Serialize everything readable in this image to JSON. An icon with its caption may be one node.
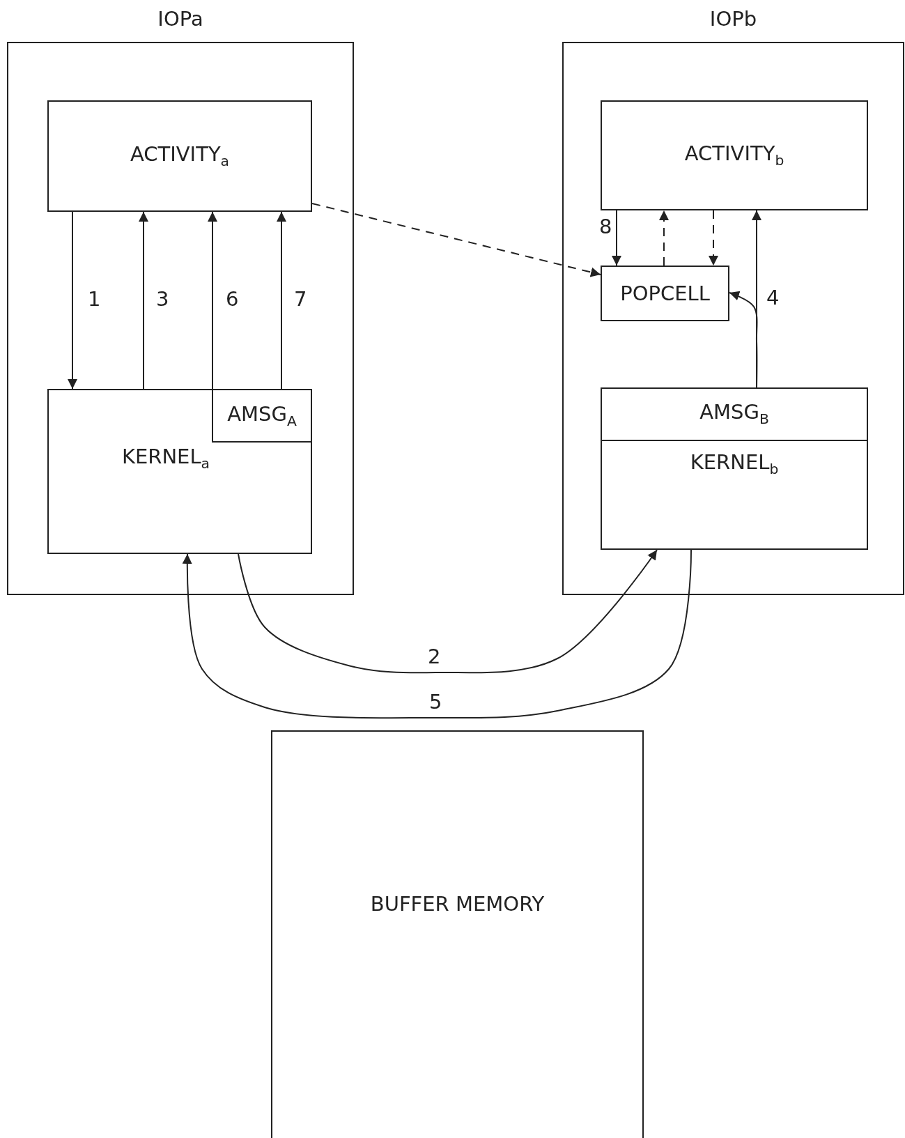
{
  "diagram": {
    "nodes": [
      {
        "text": [
          "IOPa"
        ]
      },
      {
        "text": [
          "ACTIVITY$_{a}$"
        ],
        "in": 0
      },
      {
        "text": [
          "KERNEL$_{a}$"
        ],
        "in": 0
      },
      {
        "text": [
          "AMSG$_{A}$"
        ],
        "in": 2
      },
      {
        "text": [
          "IOPb"
        ]
      },
      {
        "text": [
          "ACTIVITY$_{b}$"
        ],
        "in": 4
      },
      {
        "text": [
          "POPCELL"
        ],
        "in": 4
      },
      {
        "text": [
          "KERNEL$_{b}$"
        ],
        "in": 4
      },
      {
        "text": [
          "AMSG$_{B}$"
        ],
        "in": 7
      },
      {
        "text": [
          "BUFFER MEMORY"
        ]
      }
    ],
    "edges": [
      {
        "from": 1,
        "to": 2,
        "arrow": "to",
        "label": "1"
      },
      {
        "from": 2,
        "to": 1,
        "arrow": "to",
        "label": "3"
      },
      {
        "from": 3,
        "to": 1,
        "arrow": "to",
        "label": "6"
      },
      {
        "from": 3,
        "to": 1,
        "arrow": "to",
        "label": "7"
      },
      {
        "from": 1,
        "to": 6,
        "arrow": "to",
        "style": "dashed"
      },
      {
        "from": 5,
        "to": 6,
        "arrow": "to",
        "label": "8"
      },
      {
        "from": 6,
        "to": 5,
        "arrow": "to",
        "style": "dashed"
      },
      {
        "from": 5,
        "to": 6,
        "arrow": "to",
        "style": "dashed"
      },
      {
        "from": 8,
        "to": 5,
        "arrow": "to",
        "label": "4"
      },
      {
        "from": 8,
        "to": 6,
        "arrow": "to"
      },
      {
        "from": 2,
        "to": 7,
        "arrow": "to",
        "label": "2"
      },
      {
        "from": 7,
        "to": 2,
        "arrow": "to",
        "label": "5"
      }
    ]
  }
}
